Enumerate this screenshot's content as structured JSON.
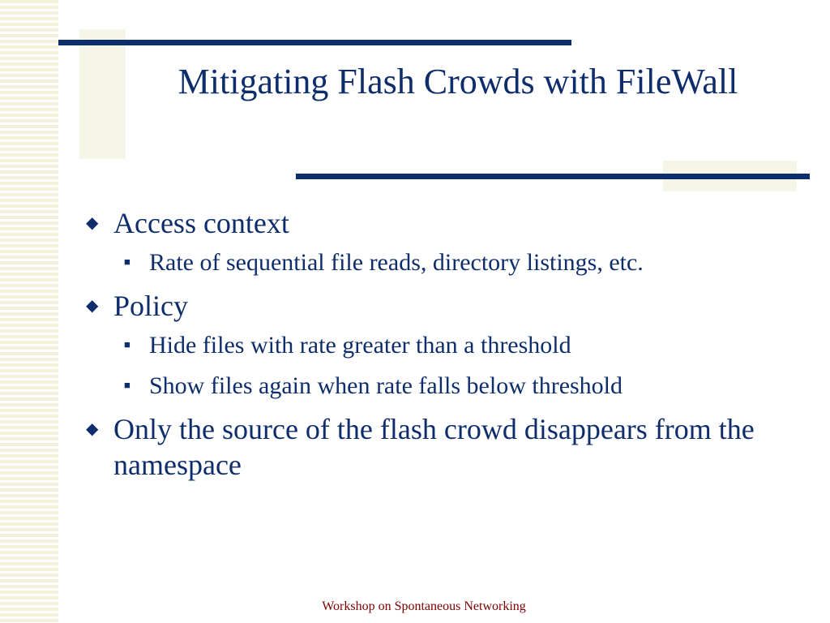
{
  "slide": {
    "title": "Mitigating Flash Crowds with FileWall",
    "bullets": [
      {
        "marker": "◆",
        "text": "Access context",
        "sub": [
          {
            "marker": "■",
            "text": "Rate of sequential file reads, directory listings, etc."
          }
        ]
      },
      {
        "marker": "◆",
        "text": "Policy",
        "sub": [
          {
            "marker": "■",
            "text": "Hide files with rate greater than a threshold"
          },
          {
            "marker": "■",
            "text": "Show files again when rate falls below threshold"
          }
        ]
      },
      {
        "marker": "◆",
        "text": "Only the source of the flash crowd disappears from the namespace",
        "sub": []
      }
    ],
    "footer": "Workshop on Spontaneous Networking"
  },
  "colors": {
    "title": "#0e2d6b",
    "body": "#0e2d6b",
    "footer": "#7a0000",
    "stripe": "#f1f1d9"
  }
}
